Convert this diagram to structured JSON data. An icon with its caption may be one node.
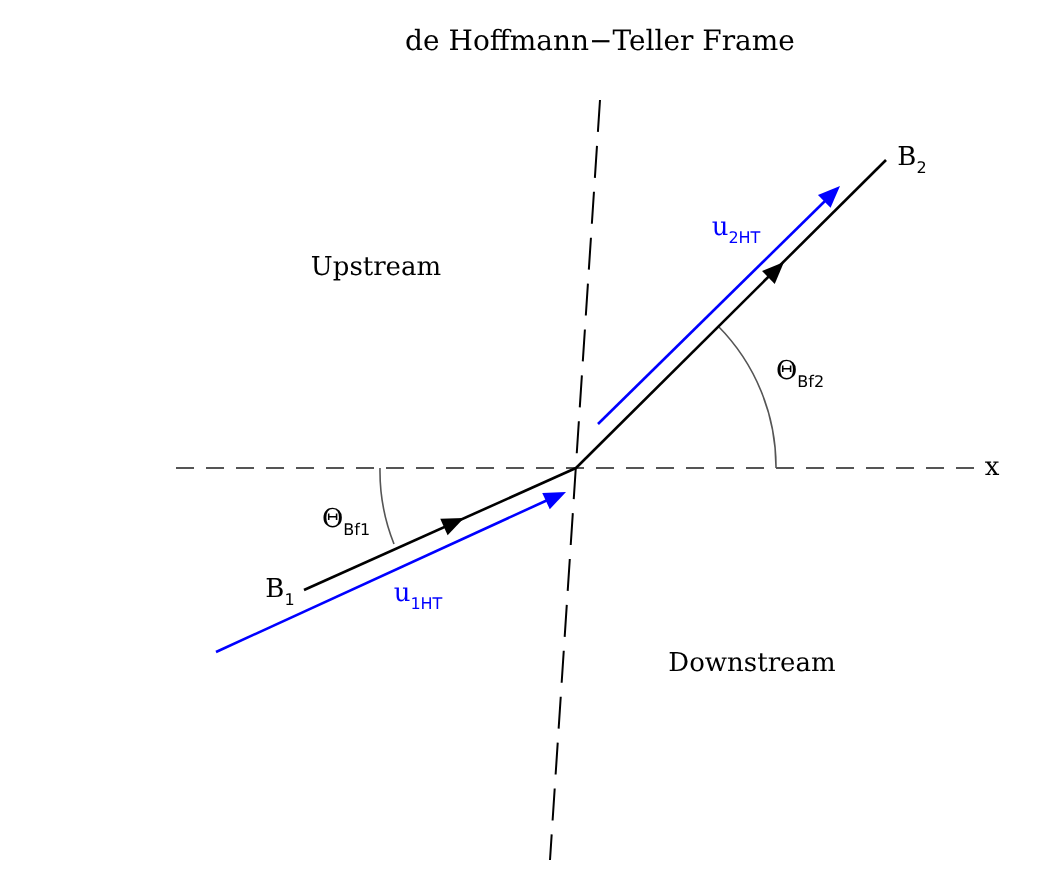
{
  "diagram": {
    "title": "de Hoffmann−Teller Frame",
    "labels": [
      "B$_{2}$",
      "u$_{2HT}$",
      "Upstream",
      "Θ$_{Bf2}$",
      "x",
      "Θ$_{Bf1}$",
      "B$_{1}$",
      "u$_{1HT}$",
      "Downstream"
    ]
  }
}
